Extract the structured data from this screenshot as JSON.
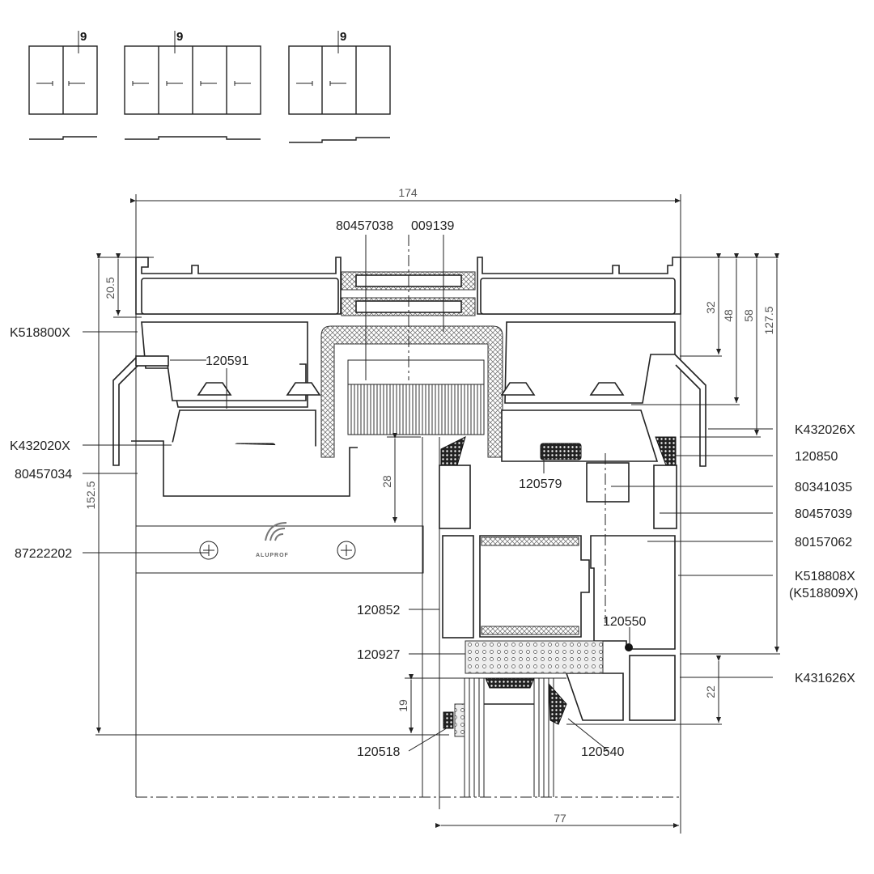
{
  "schemes": [
    {
      "label": "9",
      "panels": 2
    },
    {
      "label": "9",
      "panels": 4
    },
    {
      "label": "9",
      "panels": 3
    }
  ],
  "dimensions": {
    "overall_width": "174",
    "bottom_width": "77",
    "d20_5": "20.5",
    "d152_5": "152.5",
    "d28": "28",
    "d19": "19",
    "d32": "32",
    "d48": "48",
    "d58": "58",
    "d127_5": "127.5",
    "d22": "22"
  },
  "parts": {
    "p80457038": "80457038",
    "p009139": "009139",
    "K518800X": "K518800X",
    "p120591": "120591",
    "K432020X": "K432020X",
    "p80457034": "80457034",
    "p87222202": "87222202",
    "p120852": "120852",
    "p120927": "120927",
    "p120518": "120518",
    "p120540": "120540",
    "K432026X": "K432026X",
    "p120850": "120850",
    "p120579": "120579",
    "p80341035": "80341035",
    "p80457039": "80457039",
    "p80157062": "80157062",
    "K518808X": "K518808X",
    "K518809X": "(K518809X)",
    "p120550": "120550",
    "K431626X": "K431626X"
  },
  "logo_text": "ALUPROF"
}
